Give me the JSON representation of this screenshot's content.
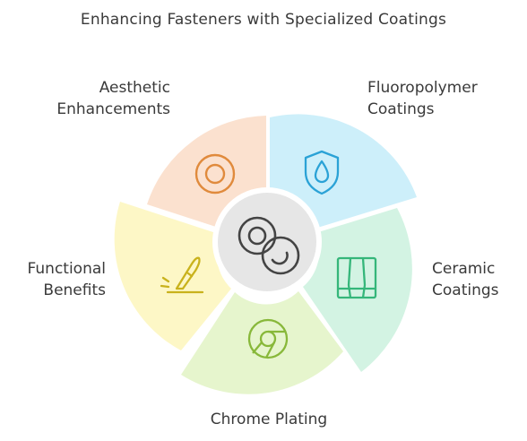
{
  "title": "Enhancing Fasteners with Specialized Coatings",
  "segments": [
    {
      "id": "aesthetic",
      "line1": "Aesthetic",
      "line2": "Enhancements",
      "icon": "target-circle-icon",
      "color": "#fbe1cf",
      "stroke": "#e08a3c"
    },
    {
      "id": "fluoropolymer",
      "line1": "Fluoropolymer",
      "line2": "Coatings",
      "icon": "water-drop-shield-icon",
      "color": "#cdeffa",
      "stroke": "#2aa2d6"
    },
    {
      "id": "ceramic",
      "line1": "Ceramic",
      "line2": "Coatings",
      "icon": "ceramic-tiles-icon",
      "color": "#d3f3e3",
      "stroke": "#35b67a"
    },
    {
      "id": "chrome",
      "line1": "Chrome Plating",
      "line2": "",
      "icon": "chrome-icon",
      "color": "#e6f5cd",
      "stroke": "#88b83a"
    },
    {
      "id": "functional",
      "line1": "Functional",
      "line2": "Benefits",
      "icon": "knife-cut-icon",
      "color": "#fdf7c6",
      "stroke": "#c9b21c"
    }
  ],
  "center": {
    "icon": "fastener-washers-icon",
    "color": "#e6e6e6",
    "stroke": "#444444"
  }
}
